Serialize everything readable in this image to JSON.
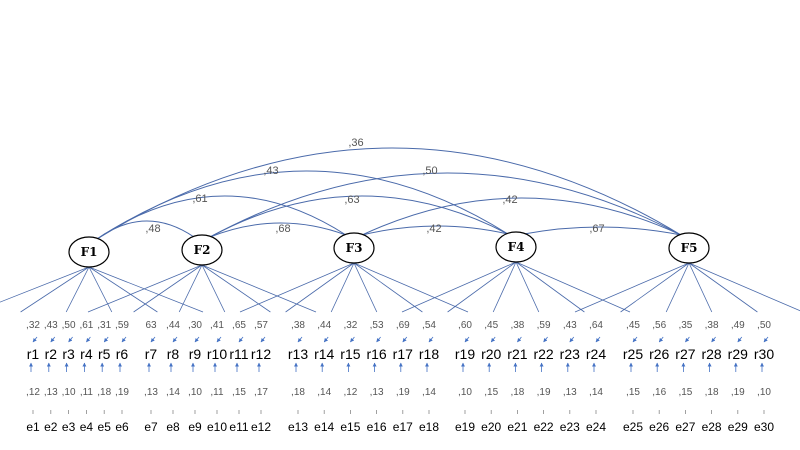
{
  "colors": {
    "line": "#4a6aaa",
    "arrow": "#4472c4",
    "node_stroke": "#000000"
  },
  "factors": [
    {
      "id": "F1",
      "label": "F1"
    },
    {
      "id": "F2",
      "label": "F2"
    },
    {
      "id": "F3",
      "label": "F3"
    },
    {
      "id": "F4",
      "label": "F4"
    },
    {
      "id": "F5",
      "label": "F5"
    }
  ],
  "correlations": [
    {
      "from": "F1",
      "to": "F2",
      "value": ",48"
    },
    {
      "from": "F1",
      "to": "F3",
      "value": ",61"
    },
    {
      "from": "F1",
      "to": "F4",
      "value": ",43"
    },
    {
      "from": "F1",
      "to": "F5",
      "value": ",36"
    },
    {
      "from": "F2",
      "to": "F3",
      "value": ",68"
    },
    {
      "from": "F2",
      "to": "F4",
      "value": ",63"
    },
    {
      "from": "F2",
      "to": "F5",
      "value": ",50"
    },
    {
      "from": "F3",
      "to": "F4",
      "value": ",42"
    },
    {
      "from": "F3",
      "to": "F5",
      "value": ",42"
    },
    {
      "from": "F4",
      "to": "F5",
      "value": ",67"
    }
  ],
  "groups": [
    {
      "factor": "F1",
      "items": [
        "r1",
        "r2",
        "r3",
        "r4",
        "r5",
        "r6"
      ],
      "loadings": [
        ",32",
        ",43",
        ",50",
        ",61",
        ",31",
        ",59"
      ],
      "error_values": [
        ",12",
        ",13",
        ",10",
        ",11",
        ",18",
        ",19"
      ],
      "errors": [
        "e1",
        "e2",
        "e3",
        "e4",
        "e5",
        "e6"
      ]
    },
    {
      "factor": "F2",
      "items": [
        "r7",
        "r8",
        "r9",
        "r10",
        "r11",
        "r12"
      ],
      "loadings": [
        "63",
        ",44",
        ",30",
        ",41",
        ",65",
        ",57"
      ],
      "error_values": [
        ",13",
        ",14",
        ",10",
        ",11",
        ",15",
        ",17"
      ],
      "errors": [
        "e7",
        "e8",
        "e9",
        "e10",
        "e11",
        "e12"
      ]
    },
    {
      "factor": "F3",
      "items": [
        "r13",
        "r14",
        "r15",
        "r16",
        "r17",
        "r18"
      ],
      "loadings": [
        ",38",
        ",44",
        ",32",
        ",53",
        ",69",
        ",54"
      ],
      "error_values": [
        ",18",
        ",14",
        ",12",
        ",13",
        ",19",
        ",14"
      ],
      "errors": [
        "e13",
        "e14",
        "e15",
        "e16",
        "e17",
        "e18"
      ]
    },
    {
      "factor": "F4",
      "items": [
        "r19",
        "r20",
        "r21",
        "r22",
        "r23",
        "r24"
      ],
      "loadings": [
        ",60",
        ",45",
        ",38",
        ",59",
        ",43",
        ",64"
      ],
      "error_values": [
        ",10",
        ",15",
        ",18",
        ",19",
        ",13",
        ",14"
      ],
      "errors": [
        "e19",
        "e20",
        "e21",
        "e22",
        "e23",
        "e24"
      ]
    },
    {
      "factor": "F5",
      "items": [
        "r25",
        "r26",
        "r27",
        "r28",
        "r29",
        "r30"
      ],
      "loadings": [
        ",45",
        ",56",
        ",35",
        ",38",
        ",49",
        ",50"
      ],
      "error_values": [
        ",15",
        ",16",
        ",15",
        ",18",
        ",19",
        ",10"
      ],
      "errors": [
        "e25",
        "e26",
        "e27",
        "e28",
        "e29",
        "e30"
      ]
    }
  ]
}
